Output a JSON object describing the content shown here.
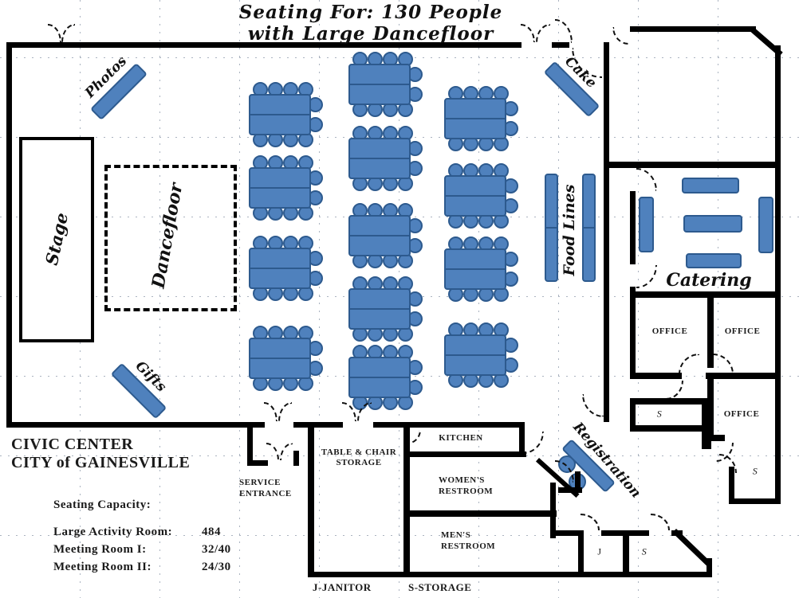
{
  "title": {
    "line1": "Seating For: 130 People",
    "line2": "with Large Dancefloor"
  },
  "areas": {
    "stage": "Stage",
    "dancefloor": "Dancefloor",
    "photos": "Photos",
    "cake": "Cake",
    "gifts": "Gifts",
    "food_lines": "Food Lines",
    "catering": "Catering",
    "registration": "Registration"
  },
  "rooms": {
    "kitchen": "KITCHEN",
    "storage_line1": "TABLE & CHAIR",
    "storage_line2": "STORAGE",
    "womens_line1": "WOMEN'S",
    "womens_line2": "RESTROOM",
    "mens_line1": "MEN'S",
    "mens_line2": "RESTROOM",
    "service_line1": "SERVICE",
    "service_line2": "ENTRANCE",
    "office": "OFFICE",
    "janitor_abbrev": "J",
    "storage_abbrev": "S"
  },
  "info": {
    "building_line1": "CIVIC CENTER",
    "building_line2": "CITY of GAINESVILLE",
    "capacity_heading": "Seating Capacity:",
    "capacities": [
      {
        "label": "Large Activity Room:",
        "value": "484"
      },
      {
        "label": "Meeting Room I:",
        "value": "32/40"
      },
      {
        "label": "Meeting Room II:",
        "value": "24/30"
      }
    ]
  },
  "legend": {
    "janitor": "J-JANITOR",
    "storage": "S-STORAGE"
  },
  "furniture": {
    "banquet_tables": 13,
    "seats_per_banquet_table": 10,
    "food_line_tables": 2,
    "catering_tables": 5,
    "registration_chairs": 2
  },
  "colors": {
    "table_fill": "#4f81bd",
    "table_border": "#2d5a8e",
    "wall": "#000000",
    "grid_dots": "#aab3c0"
  }
}
